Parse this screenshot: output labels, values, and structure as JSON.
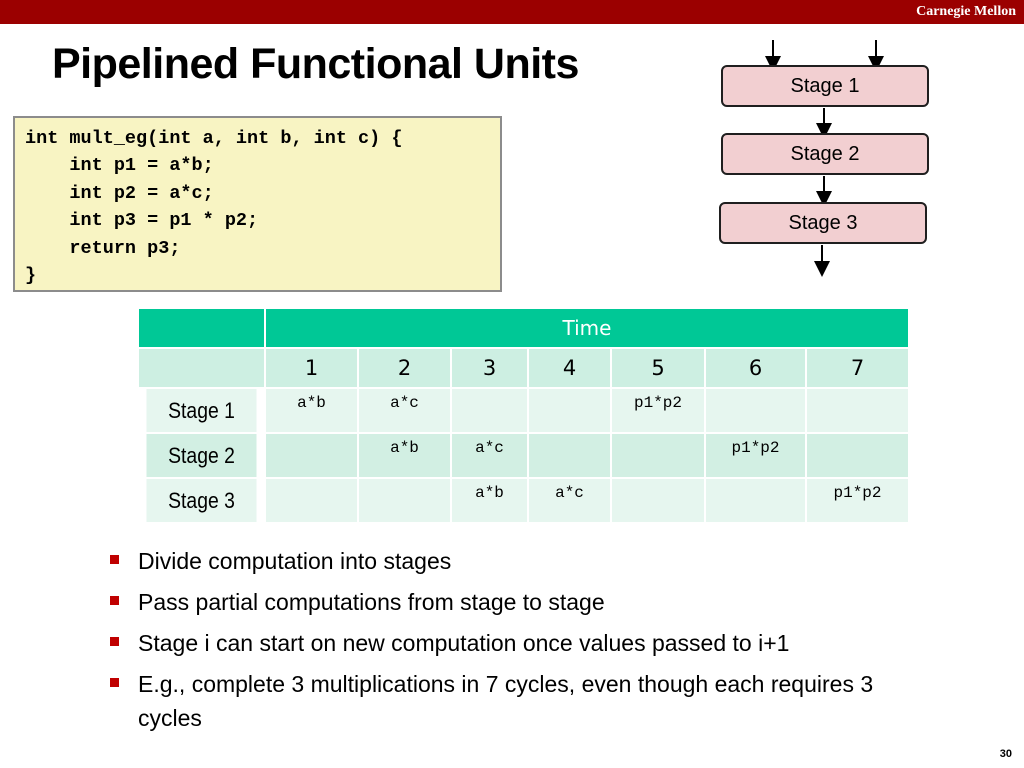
{
  "header": {
    "brand": "Carnegie Mellon"
  },
  "slide": {
    "title": "Pipelined Functional Units",
    "page_number": "30"
  },
  "code": {
    "lines": [
      "int mult_eg(int a, int b, int c) {",
      "    int p1 = a*b;",
      "    int p2 = a*c;",
      "    int p3 = p1 * p2;",
      "    return p3;",
      "}"
    ]
  },
  "diagram": {
    "stages": [
      "Stage 1",
      "Stage 2",
      "Stage 3"
    ],
    "colors": {
      "stage_fill": "#f2cfd1",
      "stage_border": "#1f1f1f"
    }
  },
  "table": {
    "time_header": "Time",
    "times": [
      "1",
      "2",
      "3",
      "4",
      "5",
      "6",
      "7"
    ],
    "rows": [
      {
        "label": "Stage 1",
        "cells": [
          "a*b",
          "a*c",
          "",
          "",
          "p1*p2",
          "",
          ""
        ]
      },
      {
        "label": "Stage 2",
        "cells": [
          "",
          "a*b",
          "a*c",
          "",
          "",
          "p1*p2",
          ""
        ]
      },
      {
        "label": "Stage 3",
        "cells": [
          "",
          "",
          "a*b",
          "a*c",
          "",
          "",
          "p1*p2"
        ]
      }
    ],
    "colors": {
      "header": "#00c896",
      "row_light": "#e6f6ef",
      "row_dark": "#d2efe3"
    }
  },
  "bullets": [
    "Divide computation into stages",
    "Pass partial computations from stage to stage",
    "Stage i can start on new computation once values passed to i+1",
    "E.g., complete 3 multiplications in 7 cycles, even though each requires 3 cycles"
  ],
  "colors": {
    "topbar": "#9b0000",
    "bullet": "#c00000",
    "code_bg": "#f8f4c3"
  }
}
